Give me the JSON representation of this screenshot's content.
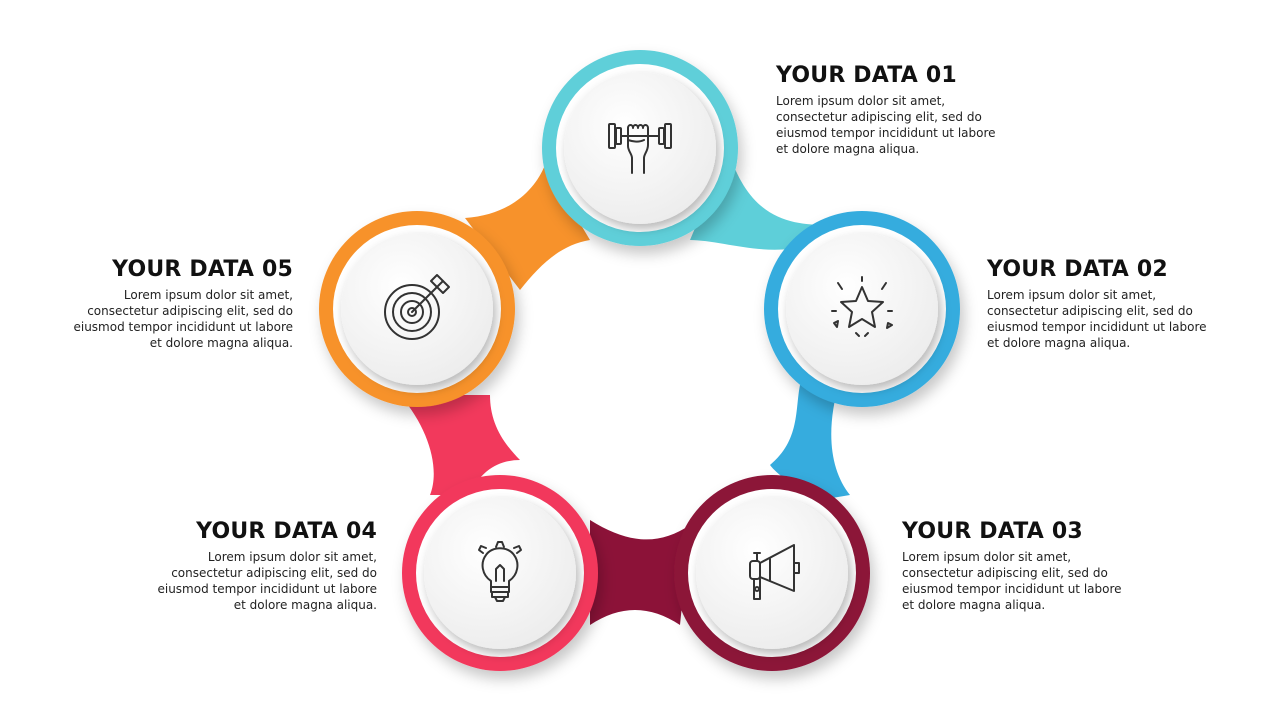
{
  "steps": [
    {
      "title": "YOUR DATA 01",
      "text": "Lorem ipsum dolor sit amet, consectetur adipiscing elit, sed do eiusmod tempor incididunt ut labore et dolore magna aliqua.",
      "color": "#5ECFD9",
      "icon": "dumbbell-fist-icon"
    },
    {
      "title": "YOUR DATA 02",
      "text": "Lorem ipsum dolor sit amet, consectetur adipiscing elit, sed do eiusmod tempor incididunt ut labore et dolore magna aliqua.",
      "color": "#36ACDE",
      "icon": "star-icon"
    },
    {
      "title": "YOUR DATA 03",
      "text": "Lorem ipsum dolor sit amet, consectetur adipiscing elit, sed do eiusmod tempor incididunt ut labore et dolore magna aliqua.",
      "color": "#8C1238",
      "icon": "megaphone-icon"
    },
    {
      "title": "YOUR DATA 04",
      "text": "Lorem ipsum dolor sit amet, consectetur adipiscing elit, sed do eiusmod tempor incididunt ut labore et dolore magna aliqua.",
      "color": "#F2395C",
      "icon": "lightbulb-icon"
    },
    {
      "title": "YOUR DATA 05",
      "text": "Lorem ipsum dolor sit amet, consectetur adipiscing elit, sed do eiusmod tempor incididunt ut labore et dolore magna aliqua.",
      "color": "#F7922B",
      "icon": "target-arrow-icon"
    }
  ]
}
